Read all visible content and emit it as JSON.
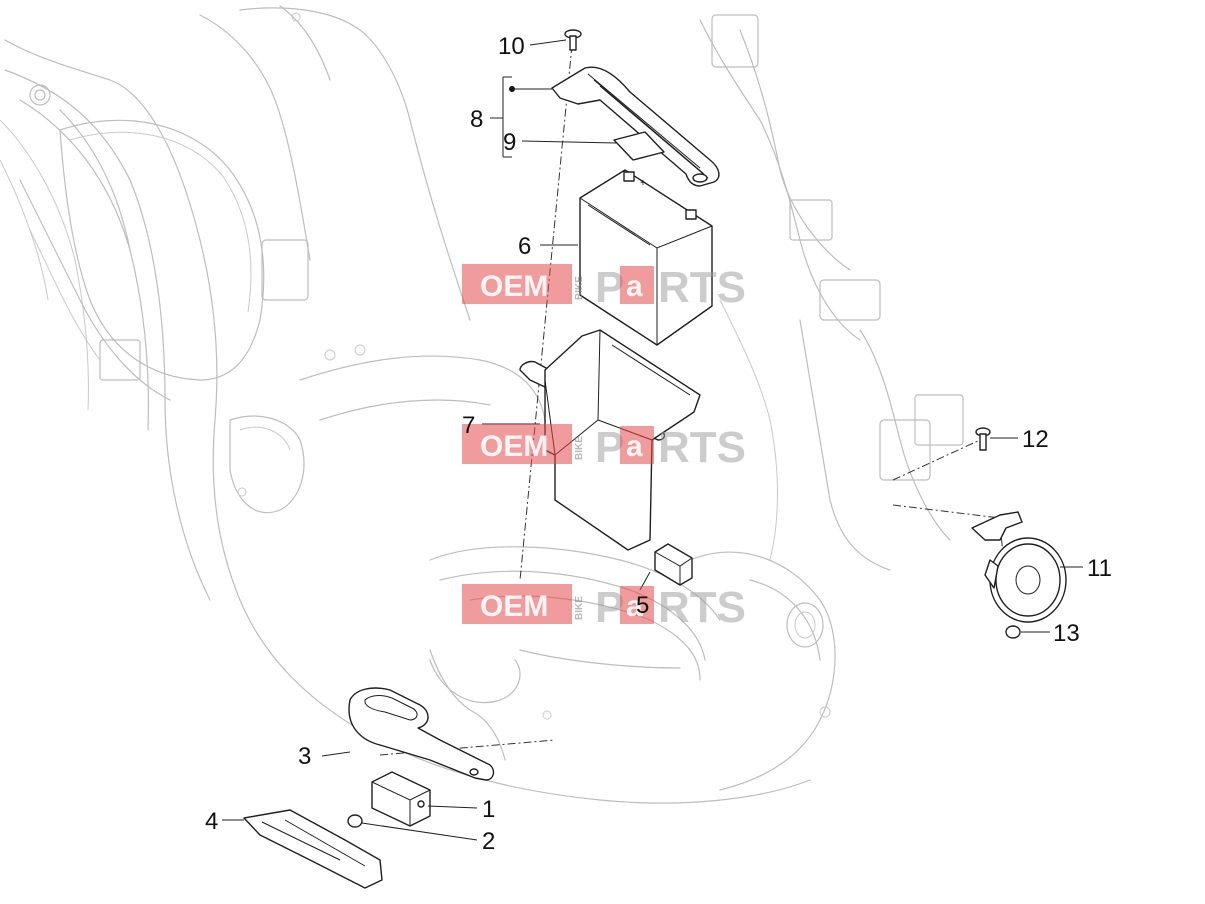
{
  "watermark": {
    "oem": "OEM",
    "bike": "BIKE",
    "parts_pre": "P",
    "parts_mid": "a",
    "parts_post": "RTS"
  },
  "callouts": {
    "c1": "1",
    "c2": "2",
    "c3": "3",
    "c4": "4",
    "c5": "5",
    "c6": "6",
    "c7": "7",
    "c8": "8",
    "c9": "9",
    "c10": "10",
    "c11": "11",
    "c12": "12",
    "c13": "13"
  },
  "battery_plus": "+",
  "colors": {
    "watermark_red": "#e34a4a",
    "watermark_gray": "#9a9a9a",
    "frame_line": "#bdbdbd",
    "part_line": "#1f1f1f"
  }
}
